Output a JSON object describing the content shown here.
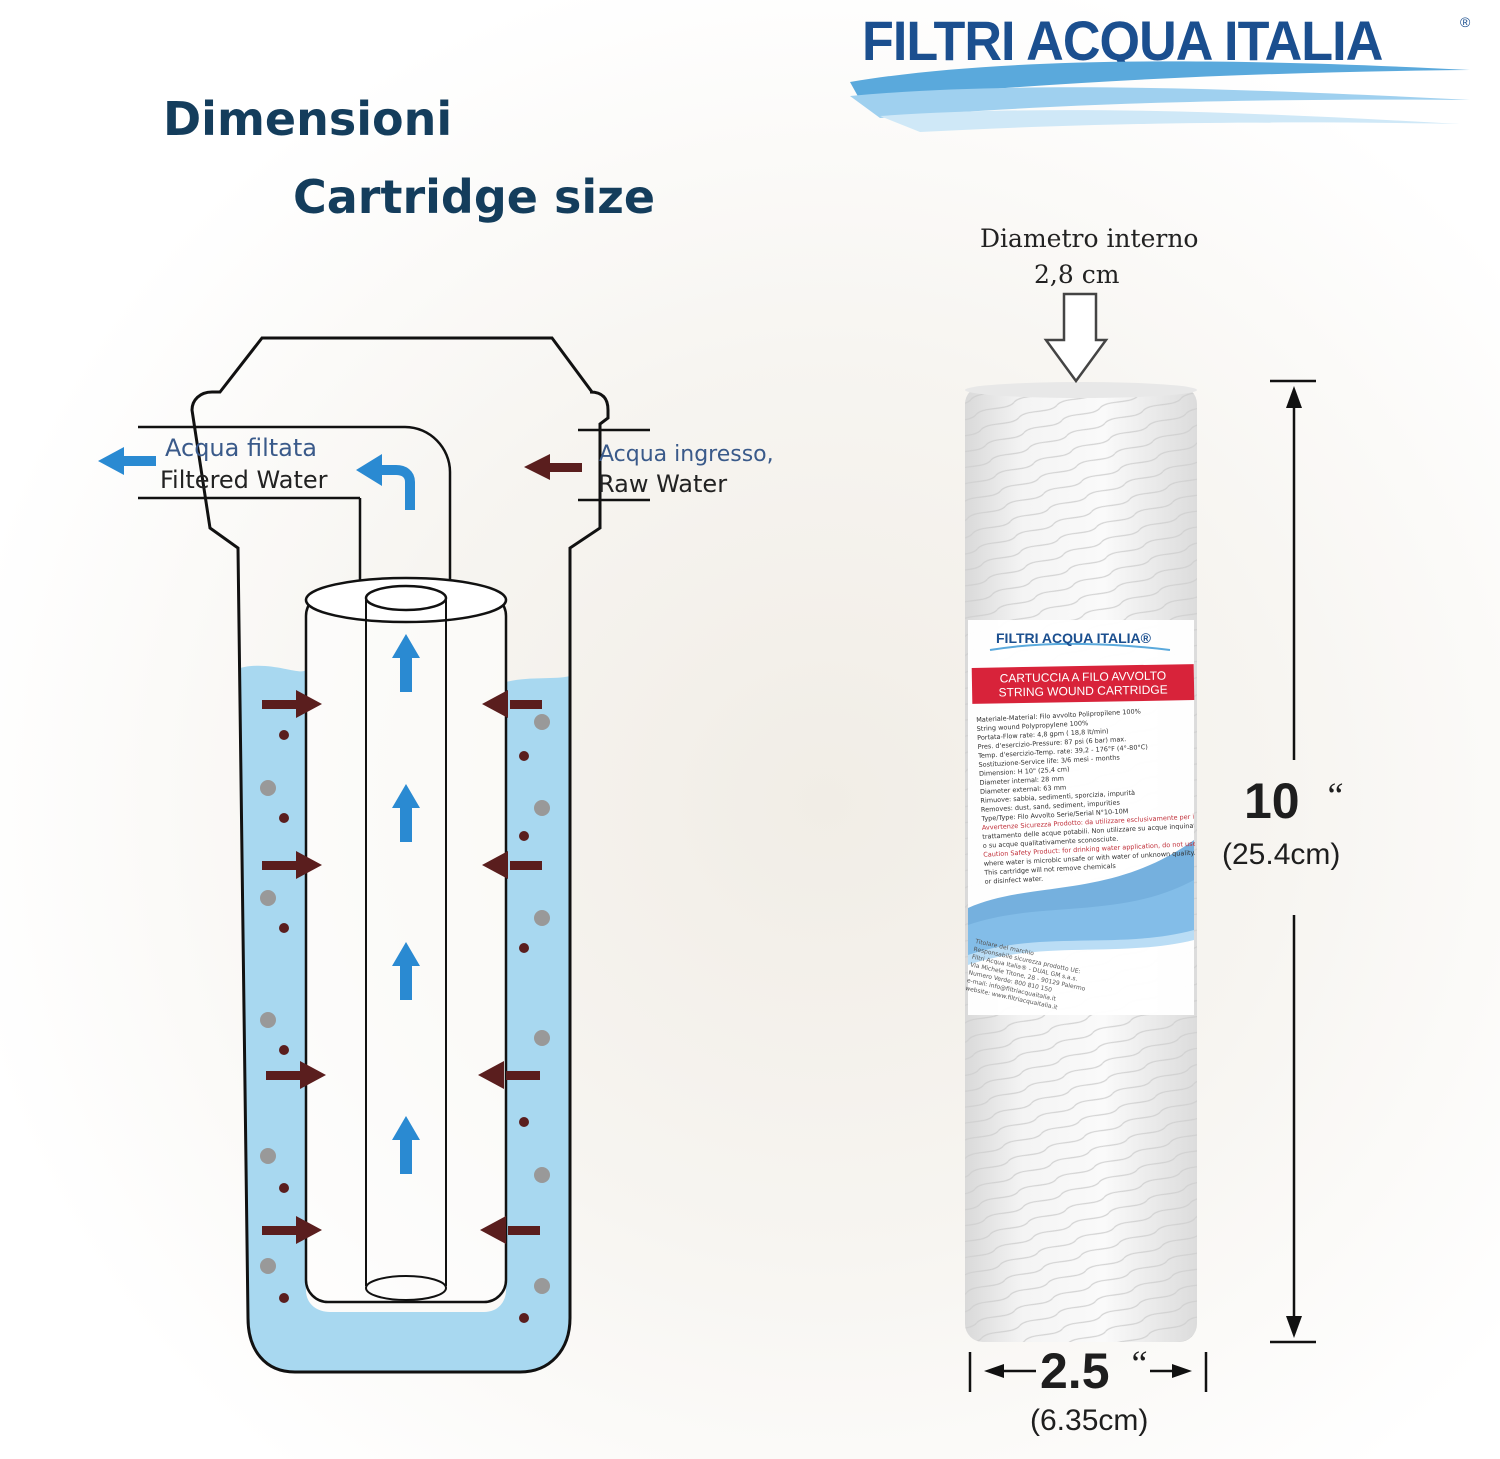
{
  "brand": {
    "name": "FILTRI ACQUA ITALIA",
    "reg": "®"
  },
  "title": {
    "line1": "Dimensioni",
    "line2": "Cartridge size"
  },
  "flow": {
    "outlet_it": "Acqua filtata",
    "outlet_en": "Filtered Water",
    "inlet_it": "Acqua ingresso,",
    "inlet_en": "Raw Water"
  },
  "inner_diameter": {
    "label": "Diametro interno",
    "value": "2,8 cm"
  },
  "height": {
    "inches": "10",
    "mark": "“",
    "cm": "(25.4cm)"
  },
  "width": {
    "inches": "2.5",
    "mark": "“",
    "cm": "(6.35cm)"
  },
  "cartridge_label": {
    "brand": "FILTRI ACQUA ITALIA®",
    "band_it": "CARTUCCIA A FILO AVVOLTO",
    "band_en": "STRING WOUND CARTRIDGE",
    "specs": [
      "Materiale-Material: Filo avvolto Polipropilene 100%",
      "String wound Polypropylene 100%",
      "Portata-Flow rate: 4,8 gpm ( 18,8 lt/min)",
      "Pres. d'esercizio-Pressure: 87 psi (6 bar) max.",
      "Temp. d'esercizio-Temp. rate: 39,2 - 176°F (4°-80°C)",
      "Sostituzione-Service life: 3/6 mesi - months",
      "Dimension: H 10\" (25,4 cm)",
      "Diameter internal: 28 mm",
      "Diameter external: 63 mm",
      "Rimuove: sabbia, sedimenti, sporcizia, impurità",
      "Removes: dust, sand, sediment, impurities",
      "Type/Type: Filo Avvolto Serie/Serial N°10-10M",
      "Avvertenze Sicurezza Prodotto: da utilizzare esclusivamente per il",
      "trattamento delle acque potabili. Non utilizzare su acque inquinate",
      "o su acque qualitativamente sconosciute.",
      "Caution Safety Product: for drinking water application, do not use",
      "where water is microbic unsafe or with water of unknown quality.",
      "This cartridge will not remove chemicals",
      "or disinfect water."
    ],
    "footer": [
      "Titolare del marchio",
      "Responsabile sicurezza prodotto UE:",
      "Filtri Acqua Italia® - DUAL GM s.a.s.",
      "Via Michele Titone, 28 - 90129 Palermo",
      "Numero Verde: 800 810 150",
      "e-mail: info@filtriacquaitalia.it",
      "website: www.filtriacquaitalia.it"
    ]
  },
  "colors": {
    "brand_blue": "#1b4f8f",
    "water": "#a8d8f0",
    "flow_arrow": "#2a8ad2",
    "inflow_arrow": "#5a1e1e",
    "label_band": "#d8233a"
  }
}
